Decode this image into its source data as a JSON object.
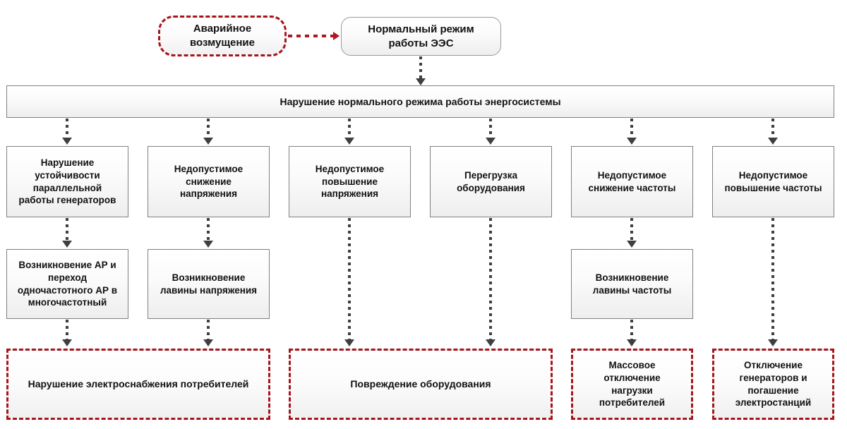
{
  "diagram": {
    "title_bar": {
      "label": "Нарушение нормального режима работы энергосистемы"
    },
    "top": {
      "disturbance": "Аварийное\nвозмущение",
      "normal_mode": "Нормальный режим\nработы ЭЭС"
    },
    "level2": [
      {
        "id": "stability",
        "label": "Нарушение\nустойчивости\nпараллельной\nработы генераторов"
      },
      {
        "id": "voltage-drop",
        "label": "Недопустимое\nснижение\nнапряжения"
      },
      {
        "id": "voltage-rise",
        "label": "Недопустимое\nповышение\nнапряжения"
      },
      {
        "id": "overload",
        "label": "Перегрузка\nоборудования"
      },
      {
        "id": "freq-drop",
        "label": "Недопустимое\nснижение частоты"
      },
      {
        "id": "freq-rise",
        "label": "Недопустимое\nповышение частоты"
      }
    ],
    "level3": [
      {
        "id": "async",
        "label": "Возникновение АР и\nпереход\nодночастотного АР в\nмногочастотный"
      },
      {
        "id": "voltage-avalanche",
        "label": "Возникновение\nлавины напряжения"
      },
      {
        "id": "freq-avalanche",
        "label": "Возникновение\nлавины частоты"
      }
    ],
    "outcomes": [
      {
        "id": "supply-failure",
        "label": "Нарушение электроснабжения потребителей"
      },
      {
        "id": "equipment-damage",
        "label": "Повреждение оборудования"
      },
      {
        "id": "load-shedding",
        "label": "Массовое\nотключение\nнагрузки\nпотребителей"
      },
      {
        "id": "gen-trip",
        "label": "Отключение\nгенераторов и\nпогашение\nэлектростанций"
      }
    ],
    "colors": {
      "accent_red": "#a5161c",
      "connector_grey": "#3f3f3f",
      "box_border": "#808080",
      "box_fill_top": "#ffffff",
      "box_fill_bottom": "#eeeeee"
    }
  }
}
